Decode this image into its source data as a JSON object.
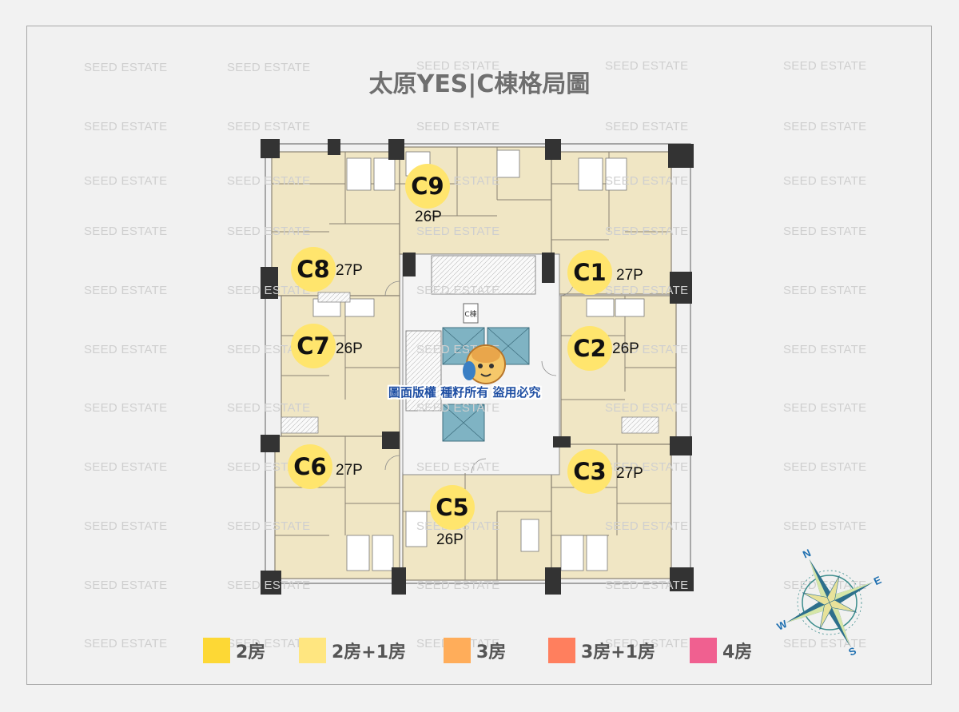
{
  "title": "太原YES|C棟格局圖",
  "watermark": "SEED ESTATE",
  "copyright": "圖面版權 種籽所有 盜用必究",
  "stair_label": "C棟",
  "units": [
    {
      "id": "C9",
      "size": "26P"
    },
    {
      "id": "C8",
      "size": "27P"
    },
    {
      "id": "C1",
      "size": "27P"
    },
    {
      "id": "C7",
      "size": "26P"
    },
    {
      "id": "C2",
      "size": "26P"
    },
    {
      "id": "C6",
      "size": "27P"
    },
    {
      "id": "C3",
      "size": "27P"
    },
    {
      "id": "C5",
      "size": "26P"
    }
  ],
  "legend": [
    {
      "label": "2房",
      "color": "#fdd835"
    },
    {
      "label": "2房+1房",
      "color": "#ffe680"
    },
    {
      "label": "3房",
      "color": "#ffad5a"
    },
    {
      "label": "3房+1房",
      "color": "#ff7f5e"
    },
    {
      "label": "4房",
      "color": "#f06090"
    }
  ],
  "compass": {
    "n": "N",
    "e": "E",
    "s": "S",
    "w": "W"
  },
  "colors": {
    "unit_fill": "#f0e6c4",
    "circle": "#ffe56d",
    "elevator": "#6fa8b8",
    "title": "#6f6f6f"
  }
}
